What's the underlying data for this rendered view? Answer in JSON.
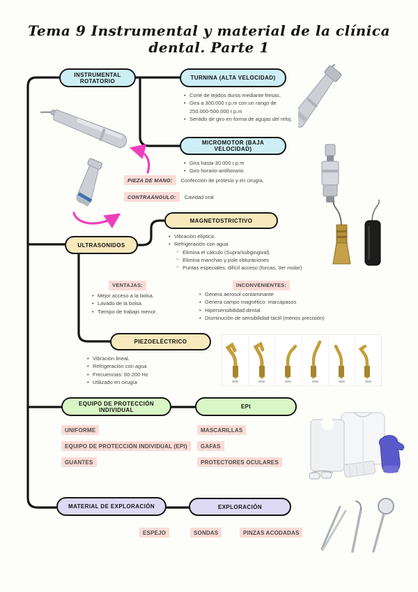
{
  "title": "Tema 9 Instrumental y material de la clínica dental. Parte 1",
  "colors": {
    "node_cyan": "#cdeef5",
    "node_yellow": "#f8e9bd",
    "node_green": "#d8f6c6",
    "node_purple": "#ded9f4",
    "chip_pink": "#fadbd6",
    "arrow_pink": "#ee3fbc",
    "line_black": "#161616"
  },
  "rotatorio": {
    "label": "INSTRUMENTAL ROTATORIO",
    "turbina": {
      "label": "TURNINA (ALTA VELOCIDAD)",
      "bullets": [
        "Corte de tejidos duros mediante fresas.",
        "Gira a 300.000 r.p.m con un rango de 250.000-500.000 r.p.m",
        "Sentido de giro en forma de agujas del reloj."
      ]
    },
    "micromotor": {
      "label": "MICROMOTOR (BAJA VELOCIDAD)",
      "bullets": [
        "Gira hasta 30.000 r.p.m",
        "Giro horario-antihorario"
      ]
    },
    "pieza_de_mano": {
      "label": "PIEZA DE MANO:",
      "text": "Confección de prótesis y en cirugía."
    },
    "contraangulo": {
      "label": "CONTRAÁNGULO:",
      "text": "Cavidad oral"
    }
  },
  "ultrasonidos": {
    "label": "ULTRASONIDOS",
    "magnetostrictivo": {
      "label": "MAGNETOSTRICTIVO",
      "bullets": [
        "Vibración elíptica.",
        "Refrigeración con agua"
      ],
      "sub_bullets": [
        "Elimina el cálculo (Supra/subgingival)",
        "Elimina manchas y pule obturaciones",
        "Puntas especiales: difícil acceso (furcas, 3er molar)"
      ]
    },
    "ventajas": {
      "label": "VENTAJAS:",
      "bullets": [
        "Mejor acceso a la bolsa.",
        "Lavado de la bolsa.",
        "Tiempo de trabajo menor."
      ]
    },
    "inconvenientes": {
      "label": "INCONVENIENTES:",
      "bullets": [
        "Genera aerosol contaminante",
        "Genera campo magnético: marcapasos",
        "Hipersensibilidad dental",
        "Disminución de sensibilidad táctil (menos precisión)"
      ]
    },
    "piezoelectrico": {
      "label": "PIEZOELÉCTRICO",
      "bullets": [
        "Vibración lineal.",
        "Refrigeración con agua",
        "Frecuencias: 60-200 Hz",
        "Utilizado en cirugía"
      ]
    }
  },
  "epi": {
    "label": "EQUIPO DE PROTECCIÓN INDIVIDUAL",
    "child_label": "EPI",
    "items_left": [
      "UNIFORME",
      "EQUIPO DE PROTECCIÓN INDIVIDUAL (EPI)",
      "GUANTES"
    ],
    "items_right": [
      "MASCARILLAS",
      "GAFAS",
      "PROTECTORES OCULARES"
    ]
  },
  "exploracion": {
    "label": "MATERIAL DE EXPLORACIÓN",
    "child_label": "EXPLORACIÓN",
    "items": [
      "ESPEJO",
      "SONDAS",
      "PINZAS ACODADAS"
    ]
  }
}
